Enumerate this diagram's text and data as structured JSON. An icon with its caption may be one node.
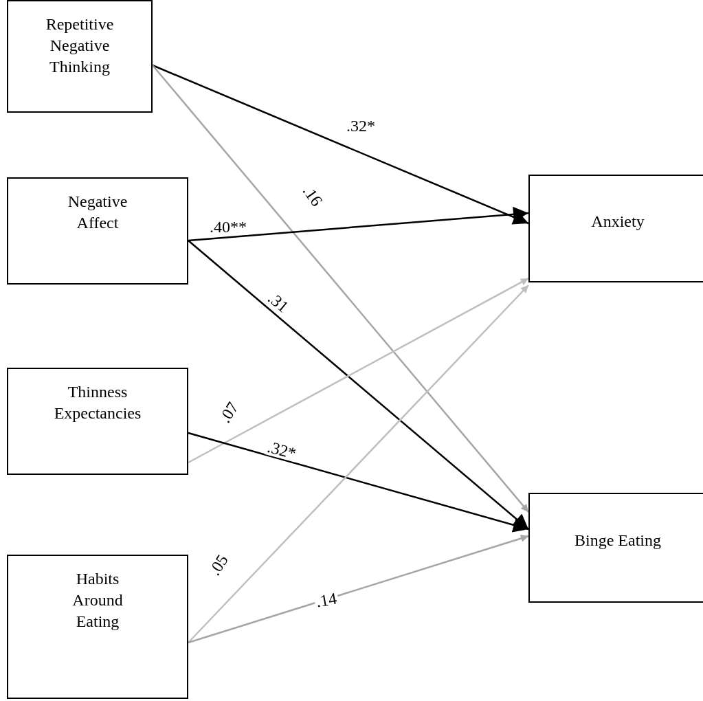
{
  "diagram": {
    "nodes": [
      {
        "text": [
          "Repetitive Negative Thinking"
        ]
      },
      {
        "text": [
          "Negative Affect"
        ]
      },
      {
        "text": [
          "Thinness Expectancies"
        ]
      },
      {
        "text": [
          "Habits Around Eating"
        ]
      },
      {
        "text": [
          "Anxiety"
        ]
      },
      {
        "text": [
          "Binge Eating"
        ]
      }
    ],
    "edges": [
      {
        "from": 0,
        "to": 4,
        "arrow": "to",
        "label": ".32*"
      },
      {
        "from": 0,
        "to": 5,
        "arrow": "to",
        "label": ".16",
        "color": "#a6a6a6"
      },
      {
        "from": 1,
        "to": 4,
        "arrow": "to",
        "label": ".40**"
      },
      {
        "from": 1,
        "to": 5,
        "arrow": "to",
        "label": ".31"
      },
      {
        "from": 2,
        "to": 4,
        "arrow": "to",
        "label": ".07",
        "color": "#bfbfbf"
      },
      {
        "from": 2,
        "to": 5,
        "arrow": "to",
        "label": ".32*"
      },
      {
        "from": 3,
        "to": 4,
        "arrow": "to",
        "label": ".05",
        "color": "#bfbfbf"
      },
      {
        "from": 3,
        "to": 5,
        "arrow": "to",
        "label": ".14",
        "color": "#a6a6a6"
      }
    ]
  }
}
